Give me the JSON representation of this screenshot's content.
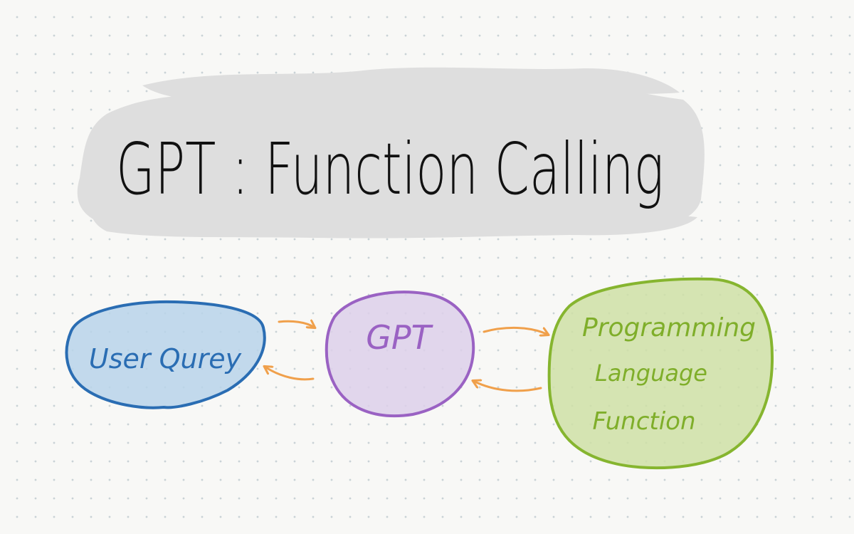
{
  "title": "GPT : Function Calling",
  "nodes": {
    "user_query": {
      "label": "User Qurey",
      "fill": "#b9d3ea",
      "stroke": "#2a6db3",
      "text_color": "#2a6db3"
    },
    "gpt": {
      "label": "GPT",
      "fill": "#ddd0ea",
      "stroke": "#9a62c3",
      "text_color": "#9a62c3"
    },
    "function": {
      "label_lines": [
        "Programming",
        "Language",
        "Function"
      ],
      "fill": "#cfe0a6",
      "stroke": "#86b52f",
      "text_color": "#7fae2a"
    }
  },
  "colors": {
    "arrow": "#f0a04b",
    "title_highlight": "#dedede"
  }
}
